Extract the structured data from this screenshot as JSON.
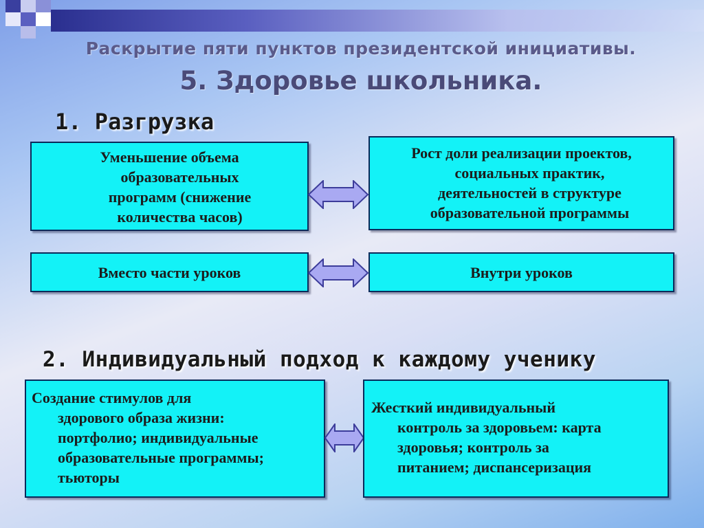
{
  "title": {
    "line1": "Раскрытие пяти пунктов президентской инициативы.",
    "line2": "5. Здоровье школьника."
  },
  "section1": {
    "heading": "1. Разгрузка",
    "row1": {
      "left": [
        "Уменьшение объема",
        "образовательных",
        "программ (снижение",
        "количества часов)"
      ],
      "right": [
        "Рост доли реализации проектов,",
        "социальных практик,",
        "деятельностей в структуре",
        "образовательной программы"
      ]
    },
    "row2": {
      "left": "Вместо части уроков",
      "right": "Внутри уроков"
    }
  },
  "section2": {
    "heading": "2. Индивидуальный подход к каждому ученику",
    "left": [
      "Создание стимулов для",
      "здорового образа жизни:",
      "портфолио; индивидуальные",
      "образовательные программы;",
      "тьюторы"
    ],
    "right": [
      "Жесткий индивидуальный",
      "контроль за здоровьем: карта",
      "здоровья; контроль за",
      "питанием; диспансеризация"
    ]
  },
  "colors": {
    "box_fill": "#13f2f7",
    "arrow_fill": "#a9a9f2",
    "title_text": "#5a5a8a"
  }
}
